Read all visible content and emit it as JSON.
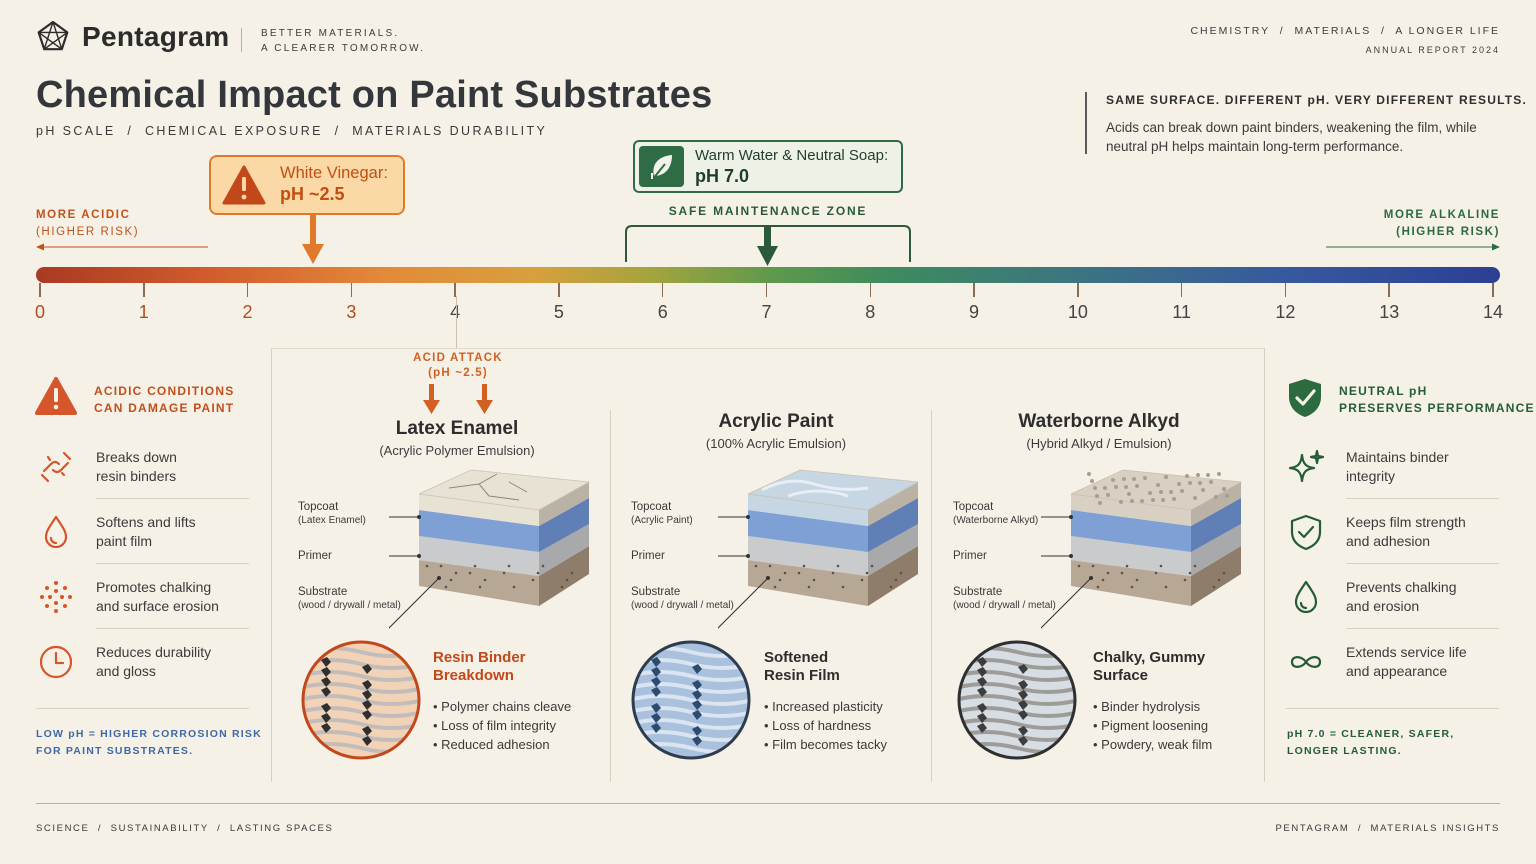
{
  "brand": {
    "name": "Pentagram",
    "tagline_1": "BETTER MATERIALS.",
    "tagline_2": "A CLEARER TOMORROW."
  },
  "top_right": {
    "breadcrumb": "CHEMISTRY  /  MATERIALS  /  A LONGER LIFE",
    "report": "ANNUAL REPORT 2024"
  },
  "title": "Chemical Impact on Paint Substrates",
  "subtitle": "pH SCALE  /  CHEMICAL EXPOSURE  /  MATERIALS DURABILITY",
  "callout": {
    "heading": "SAME SURFACE. DIFFERENT pH. VERY DIFFERENT RESULTS.",
    "body": "Acids can break down paint binders, weakening the film, while neutral pH helps maintain long-term performance."
  },
  "markers": {
    "vinegar_line1": "White Vinegar:",
    "vinegar_line2": "pH ~2.5",
    "soap_line1": "Warm Water & Neutral Soap:",
    "soap_line2": "pH 7.0",
    "safe_zone": "SAFE MAINTENANCE ZONE"
  },
  "scale": {
    "acidic_1": "MORE ACIDIC",
    "acidic_2": "(HIGHER RISK)",
    "alkaline_1": "MORE ALKALINE",
    "alkaline_2": "(HIGHER RISK)",
    "ticks": [
      "0",
      "1",
      "2",
      "3",
      "4",
      "5",
      "6",
      "7",
      "8",
      "9",
      "10",
      "11",
      "12",
      "13",
      "14"
    ],
    "vinegar_ph": 2.5,
    "soap_ph": 7.0,
    "safe_min_ph": 5.6,
    "safe_max_ph": 8.4
  },
  "left_panel": {
    "heading_1": "ACIDIC CONDITIONS",
    "heading_2": "CAN DAMAGE PAINT",
    "items": [
      {
        "l1": "Breaks down",
        "l2": "resin binders",
        "icon": "broken-chain-icon"
      },
      {
        "l1": "Softens and lifts",
        "l2": "paint film",
        "icon": "droplet-icon"
      },
      {
        "l1": "Promotes chalking",
        "l2": "and surface erosion",
        "icon": "dots-burst-icon"
      },
      {
        "l1": "Reduces durability",
        "l2": "and gloss",
        "icon": "clock-icon"
      }
    ],
    "footnote_1": "LOW pH = HIGHER CORROSION RISK",
    "footnote_2": "FOR PAINT SUBSTRATES."
  },
  "acid_attack_1": "ACID ATTACK",
  "acid_attack_2": "(pH ~2.5)",
  "paints": [
    {
      "title": "Latex Enamel",
      "sub": "(Acrylic Polymer Emulsion)",
      "topcoat": "Topcoat",
      "topcoat_sub": "(Latex Enamel)",
      "primer": "Primer",
      "substrate": "Substrate",
      "substrate_sub": "(wood / drywall / metal)",
      "effect_1": "Resin Binder",
      "effect_2": "Breakdown",
      "effect_color": "#c2481b",
      "bullets": [
        "Polymer chains cleave",
        "Loss of film integrity",
        "Reduced adhesion"
      ]
    },
    {
      "title": "Acrylic Paint",
      "sub": "(100% Acrylic Emulsion)",
      "topcoat": "Topcoat",
      "topcoat_sub": "(Acrylic Paint)",
      "primer": "Primer",
      "substrate": "Substrate",
      "substrate_sub": "(wood / drywall / metal)",
      "effect_1": "Softened",
      "effect_2": "Resin Film",
      "effect_color": "#2d2d2d",
      "bullets": [
        "Increased plasticity",
        "Loss of hardness",
        "Film becomes tacky"
      ]
    },
    {
      "title": "Waterborne Alkyd",
      "sub": "(Hybrid Alkyd / Emulsion)",
      "topcoat": "Topcoat",
      "topcoat_sub": "(Waterborne Alkyd)",
      "primer": "Primer",
      "substrate": "Substrate",
      "substrate_sub": "(wood / drywall / metal)",
      "effect_1": "Chalky, Gummy",
      "effect_2": "Surface",
      "effect_color": "#2d2d2d",
      "bullets": [
        "Binder hydrolysis",
        "Pigment loosening",
        "Powdery, weak film"
      ]
    }
  ],
  "right_panel": {
    "heading_1": "NEUTRAL pH",
    "heading_2": "PRESERVES PERFORMANCE",
    "items": [
      {
        "l1": "Maintains binder",
        "l2": "integrity",
        "icon": "sparkle-icon"
      },
      {
        "l1": "Keeps film strength",
        "l2": "and adhesion",
        "icon": "shield-check-icon"
      },
      {
        "l1": "Prevents chalking",
        "l2": "and erosion",
        "icon": "droplet-icon"
      },
      {
        "l1": "Extends service life",
        "l2": "and appearance",
        "icon": "infinity-icon"
      }
    ],
    "footnote_1": "pH 7.0 = CLEANER, SAFER,",
    "footnote_2": "LONGER LASTING."
  },
  "footer": {
    "left": "SCIENCE  /  SUSTAINABILITY  /  LASTING SPACES",
    "right": "PENTAGRAM  /  MATERIALS INSIGHTS"
  },
  "colors": {
    "acid": "#c24f1c",
    "neutral": "#2c6a3f",
    "alkaline": "#2c3f93",
    "background": "#f6f1e6"
  }
}
